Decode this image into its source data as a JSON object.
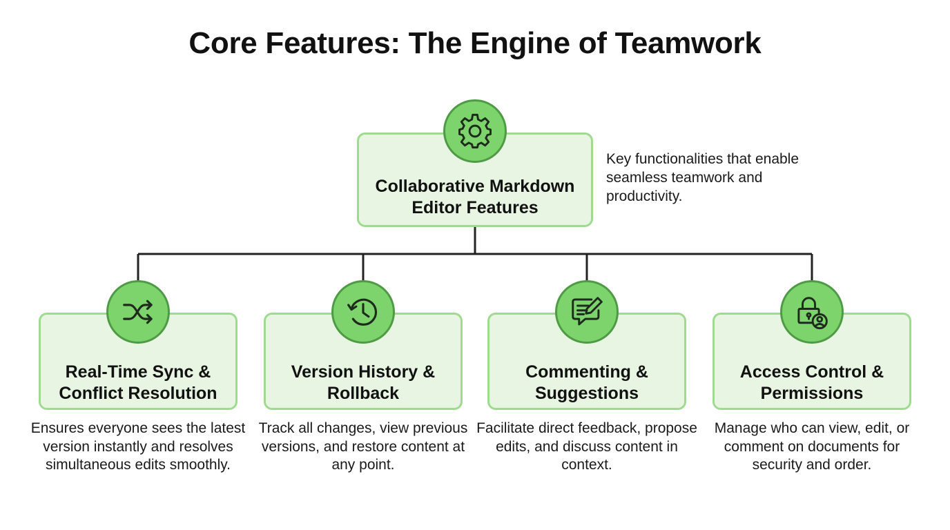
{
  "title": "Core Features: The Engine of Teamwork",
  "root": {
    "icon": "gear-icon",
    "label": "Collaborative Markdown Editor Features",
    "description": "Key functionalities that enable seamless teamwork and productivity."
  },
  "features": [
    {
      "icon": "shuffle-icon",
      "label": "Real-Time Sync & Conflict Resolution",
      "description": "Ensures everyone sees the latest version instantly and resolves simultaneous edits smoothly."
    },
    {
      "icon": "history-icon",
      "label": "Version History & Rollback",
      "description": "Track all changes, view previous versions, and restore content at any point."
    },
    {
      "icon": "comment-edit-icon",
      "label": "Commenting & Suggestions",
      "description": "Facilitate direct feedback, propose edits, and discuss content in context."
    },
    {
      "icon": "lock-user-icon",
      "label": "Access Control & Permissions",
      "description": "Manage who can view, edit, or comment on documents for security and order."
    }
  ],
  "colors": {
    "box_fill": "#e8f5e2",
    "box_border": "#9fdb8f",
    "icon_fill": "#7dd36c",
    "icon_border": "#4f9a45",
    "connector": "#222222"
  }
}
